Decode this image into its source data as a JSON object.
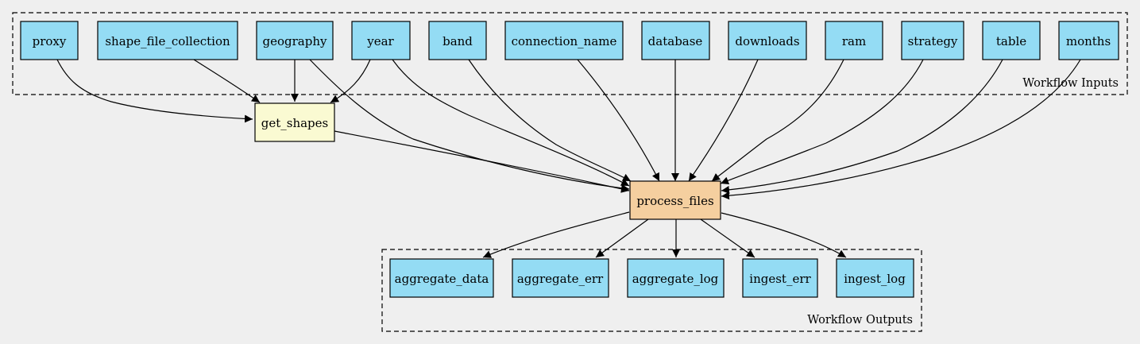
{
  "colors": {
    "background": "#efefef",
    "input_output_fill": "#94dcf4",
    "get_shapes_fill": "#fafad2",
    "process_files_fill": "#f5cf9f",
    "stroke": "#000000"
  },
  "clusters": {
    "inputs": {
      "label": "Workflow Inputs"
    },
    "outputs": {
      "label": "Workflow Outputs"
    }
  },
  "inputs": {
    "proxy": "proxy",
    "shape_file_collection": "shape_file_collection",
    "geography": "geography",
    "year": "year",
    "band": "band",
    "connection_name": "connection_name",
    "database": "database",
    "downloads": "downloads",
    "ram": "ram",
    "strategy": "strategy",
    "table": "table",
    "months": "months"
  },
  "steps": {
    "get_shapes": "get_shapes",
    "process_files": "process_files"
  },
  "outputs": {
    "aggregate_data": "aggregate_data",
    "aggregate_err": "aggregate_err",
    "aggregate_log": "aggregate_log",
    "ingest_err": "ingest_err",
    "ingest_log": "ingest_log"
  },
  "edges": [
    [
      "proxy",
      "get_shapes"
    ],
    [
      "shape_file_collection",
      "get_shapes"
    ],
    [
      "geography",
      "get_shapes"
    ],
    [
      "year",
      "get_shapes"
    ],
    [
      "geography",
      "process_files"
    ],
    [
      "year",
      "process_files"
    ],
    [
      "band",
      "process_files"
    ],
    [
      "connection_name",
      "process_files"
    ],
    [
      "database",
      "process_files"
    ],
    [
      "downloads",
      "process_files"
    ],
    [
      "ram",
      "process_files"
    ],
    [
      "strategy",
      "process_files"
    ],
    [
      "table",
      "process_files"
    ],
    [
      "months",
      "process_files"
    ],
    [
      "get_shapes",
      "process_files"
    ],
    [
      "process_files",
      "aggregate_data"
    ],
    [
      "process_files",
      "aggregate_err"
    ],
    [
      "process_files",
      "aggregate_log"
    ],
    [
      "process_files",
      "ingest_err"
    ],
    [
      "process_files",
      "ingest_log"
    ]
  ]
}
